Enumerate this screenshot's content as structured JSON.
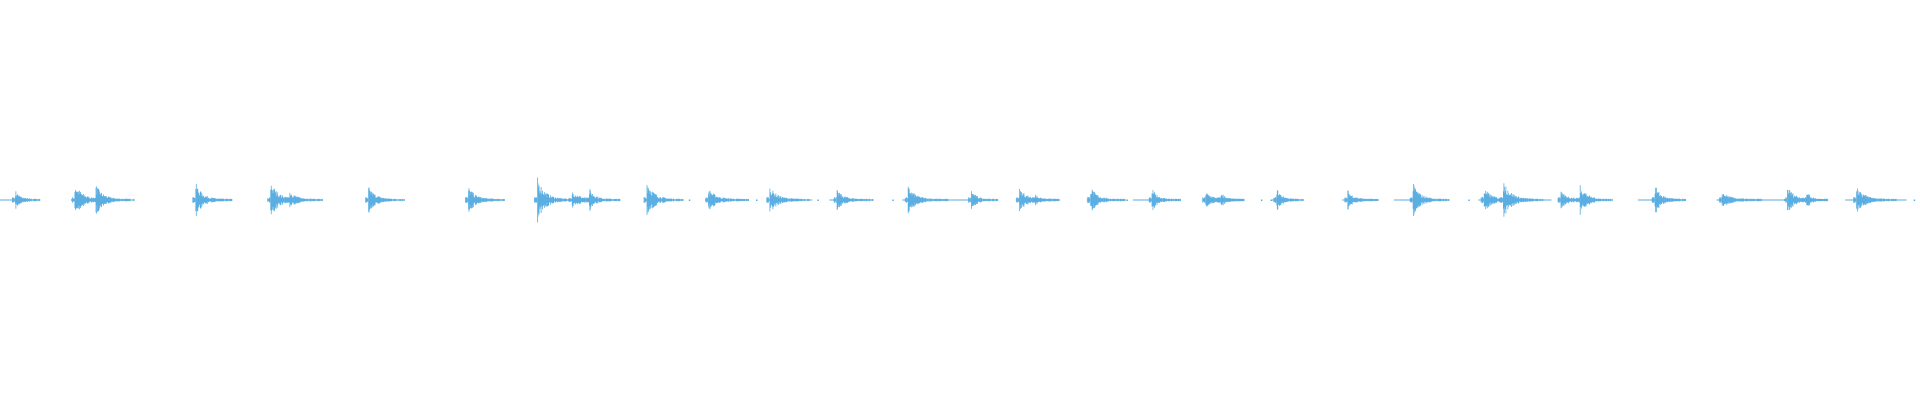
{
  "waveform": {
    "color": "#5aaee2",
    "background": "#ffffff",
    "clips": [
      {
        "start": 0.0,
        "end": 0.021,
        "bursts": [
          {
            "at": 0.008,
            "amp": 0.05
          }
        ]
      },
      {
        "start": 0.037,
        "end": 0.07,
        "bursts": [
          {
            "at": 0.039,
            "amp": 0.09
          },
          {
            "at": 0.05,
            "amp": 0.08
          }
        ]
      },
      {
        "start": 0.101,
        "end": 0.121,
        "bursts": [
          {
            "at": 0.102,
            "amp": 0.09
          }
        ]
      },
      {
        "start": 0.14,
        "end": 0.168,
        "bursts": [
          {
            "at": 0.141,
            "amp": 0.1
          },
          {
            "at": 0.151,
            "amp": 0.05
          }
        ]
      },
      {
        "start": 0.191,
        "end": 0.211,
        "bursts": [
          {
            "at": 0.192,
            "amp": 0.07
          }
        ]
      },
      {
        "start": 0.243,
        "end": 0.263,
        "bursts": [
          {
            "at": 0.244,
            "amp": 0.07
          }
        ]
      },
      {
        "start": 0.278,
        "end": 0.323,
        "bursts": [
          {
            "at": 0.28,
            "amp": 0.12
          },
          {
            "at": 0.298,
            "amp": 0.05
          },
          {
            "at": 0.307,
            "amp": 0.06
          }
        ]
      },
      {
        "start": 0.336,
        "end": 0.356,
        "bursts": [
          {
            "at": 0.337,
            "amp": 0.11
          }
        ],
        "dots": [
          0.359
        ]
      },
      {
        "start": 0.368,
        "end": 0.39,
        "bursts": [
          {
            "at": 0.369,
            "amp": 0.06
          }
        ],
        "dots": [
          0.394
        ]
      },
      {
        "start": 0.399,
        "end": 0.423,
        "bursts": [
          {
            "at": 0.401,
            "amp": 0.07
          }
        ],
        "dots": [
          0.426
        ]
      },
      {
        "start": 0.432,
        "end": 0.455,
        "bursts": [
          {
            "at": 0.436,
            "amp": 0.05
          }
        ],
        "dots": [
          0.465
        ]
      },
      {
        "start": 0.47,
        "end": 0.52,
        "bursts": [
          {
            "at": 0.473,
            "amp": 0.07
          },
          {
            "at": 0.506,
            "amp": 0.05
          }
        ]
      },
      {
        "start": 0.529,
        "end": 0.552,
        "bursts": [
          {
            "at": 0.531,
            "amp": 0.06
          },
          {
            "at": 0.539,
            "amp": 0.03
          }
        ]
      },
      {
        "start": 0.566,
        "end": 0.586,
        "bursts": [
          {
            "at": 0.568,
            "amp": 0.07
          }
        ],
        "dots": [
          0.587
        ]
      },
      {
        "start": 0.59,
        "end": 0.615,
        "bursts": [
          {
            "at": 0.6,
            "amp": 0.06
          }
        ]
      },
      {
        "start": 0.626,
        "end": 0.648,
        "bursts": [
          {
            "at": 0.628,
            "amp": 0.04
          },
          {
            "at": 0.636,
            "amp": 0.04
          }
        ],
        "dots": [
          0.657,
          0.662
        ]
      },
      {
        "start": 0.662,
        "end": 0.679,
        "bursts": [
          {
            "at": 0.665,
            "amp": 0.06
          }
        ]
      },
      {
        "start": 0.699,
        "end": 0.718,
        "bursts": [
          {
            "at": 0.702,
            "amp": 0.05
          }
        ]
      },
      {
        "start": 0.726,
        "end": 0.755,
        "bursts": [
          {
            "at": 0.736,
            "amp": 0.09
          }
        ],
        "dots": [
          0.765
        ]
      },
      {
        "start": 0.77,
        "end": 0.808,
        "bursts": [
          {
            "at": 0.773,
            "amp": 0.06
          },
          {
            "at": 0.783,
            "amp": 0.11
          }
        ]
      },
      {
        "start": 0.812,
        "end": 0.84,
        "bursts": [
          {
            "at": 0.813,
            "amp": 0.04
          },
          {
            "at": 0.823,
            "amp": 0.09
          }
        ]
      },
      {
        "start": 0.853,
        "end": 0.878,
        "bursts": [
          {
            "at": 0.862,
            "amp": 0.08
          }
        ]
      },
      {
        "start": 0.894,
        "end": 0.952,
        "bursts": [
          {
            "at": 0.897,
            "amp": 0.04
          },
          {
            "at": 0.931,
            "amp": 0.07
          },
          {
            "at": 0.941,
            "amp": 0.05
          }
        ]
      },
      {
        "start": 0.961,
        "end": 0.993,
        "bursts": [
          {
            "at": 0.967,
            "amp": 0.08
          }
        ],
        "dots": [
          0.997
        ]
      }
    ]
  }
}
